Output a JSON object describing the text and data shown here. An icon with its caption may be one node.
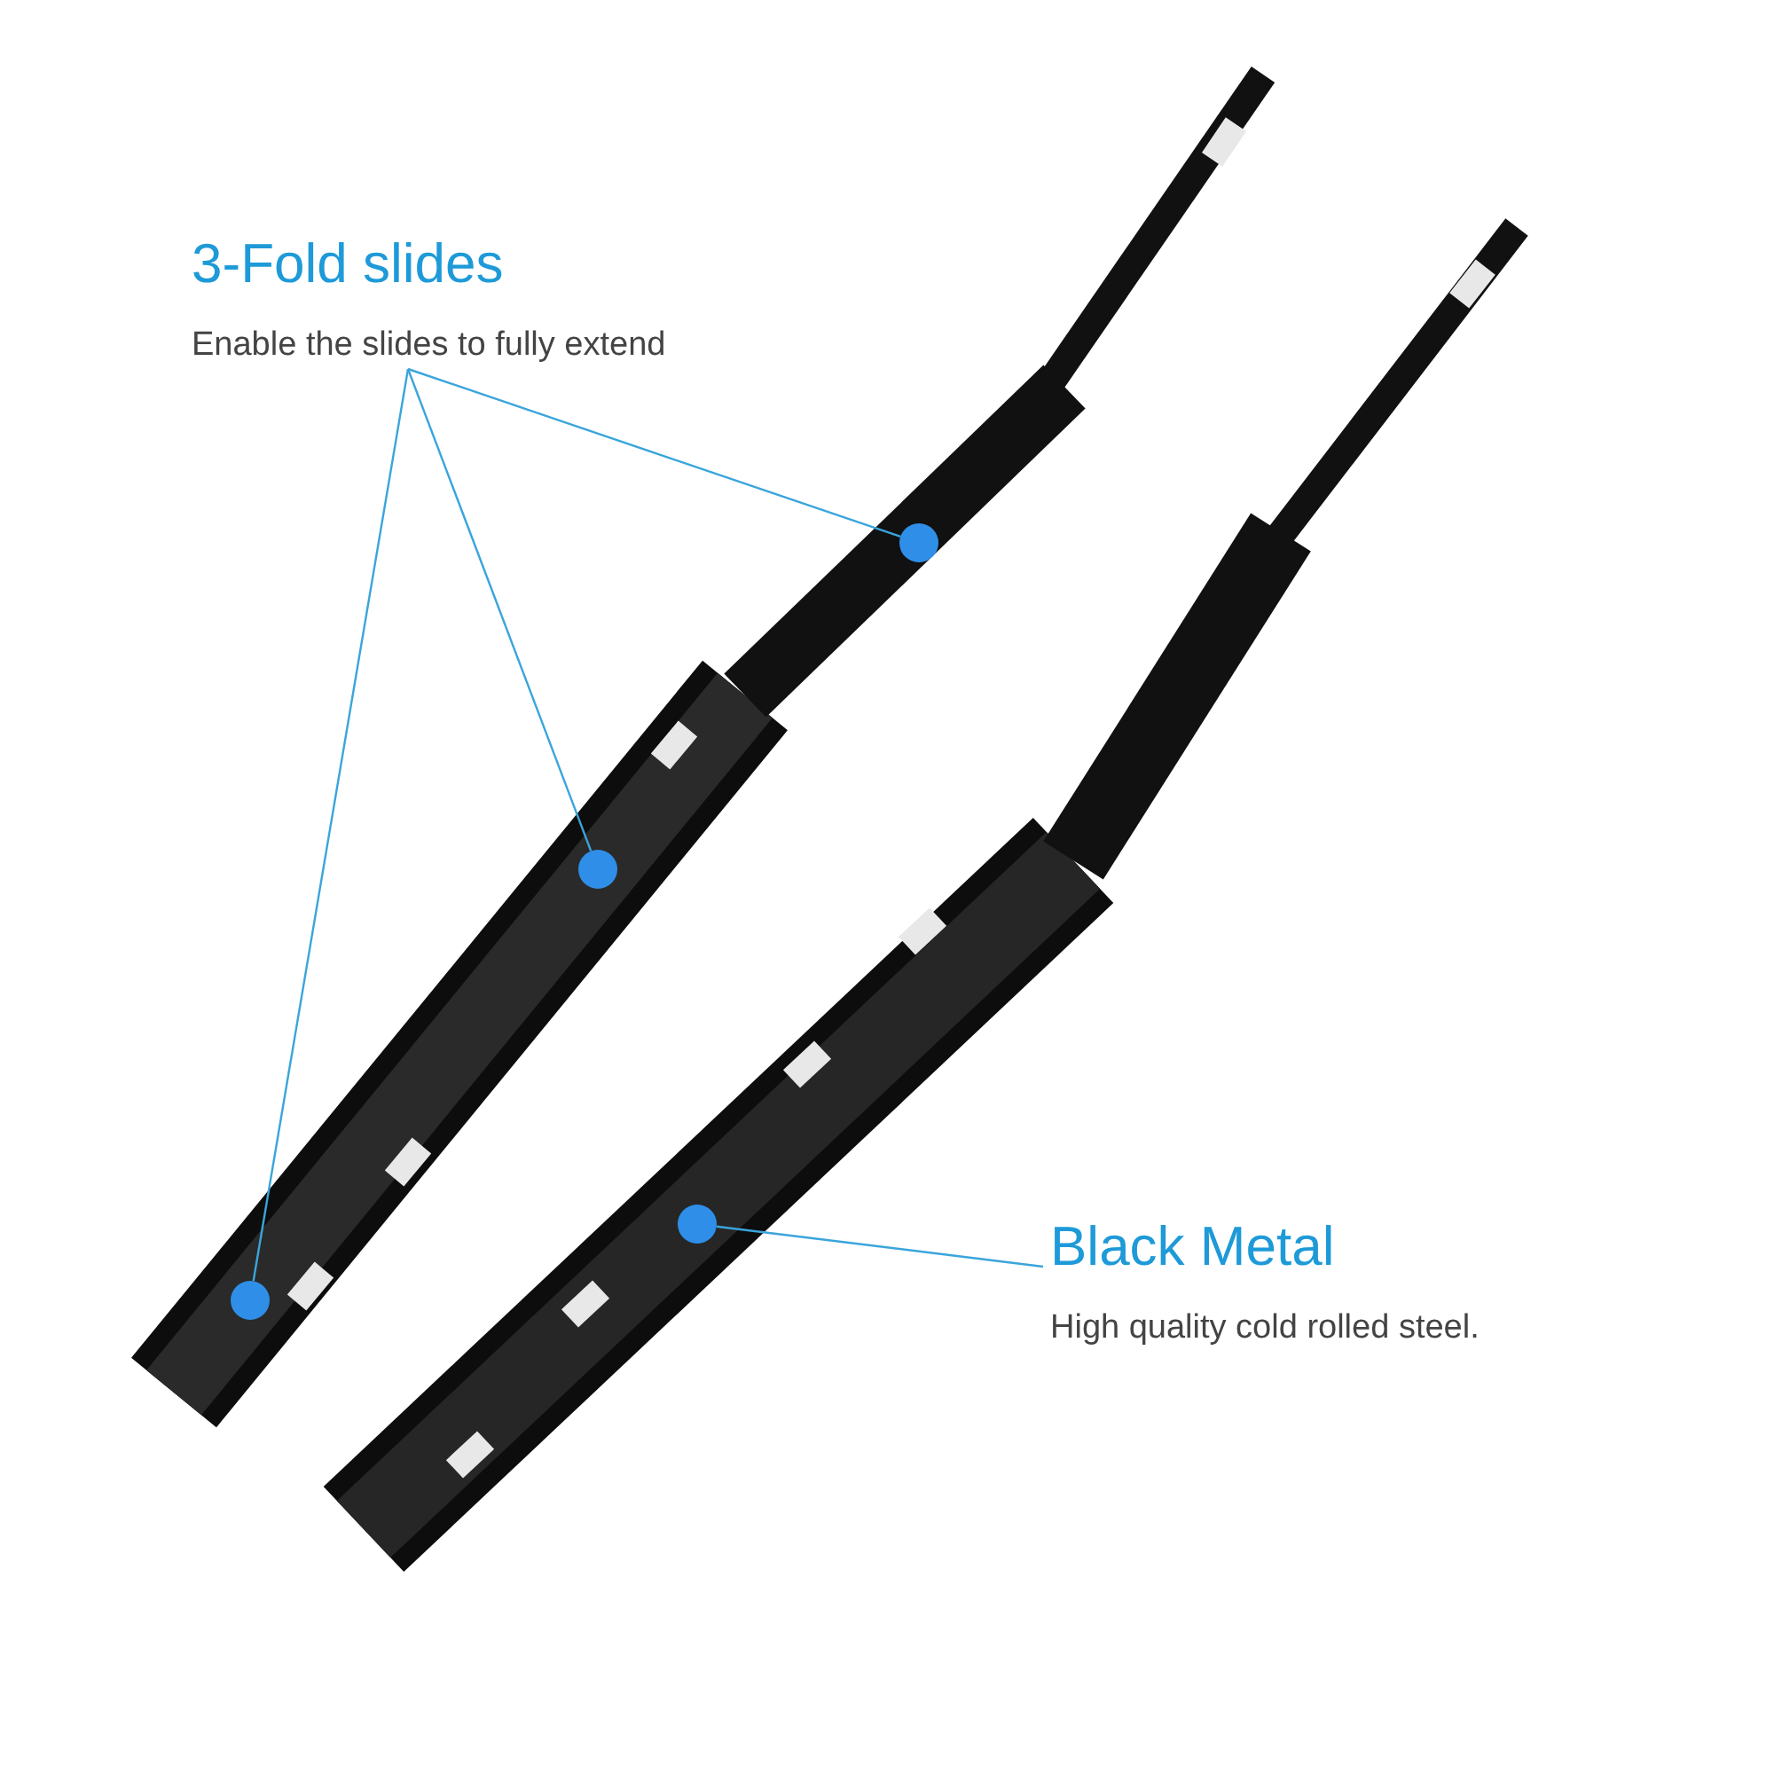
{
  "diagram": {
    "nodes": [
      {
        "text": [
          "3-Fold slides",
          "Enable the slides to fully extend"
        ]
      },
      {
        "text": [],
        "shape": "circle"
      },
      {
        "text": [],
        "shape": "circle"
      },
      {
        "text": [],
        "shape": "circle"
      },
      {
        "text": [
          "Black Metal",
          "High quality cold rolled steel."
        ]
      },
      {
        "text": [],
        "shape": "circle"
      }
    ],
    "edges": [
      {
        "from": 0,
        "to": 1,
        "arrow": "none"
      },
      {
        "from": 0,
        "to": 2,
        "arrow": "none"
      },
      {
        "from": 0,
        "to": 3,
        "arrow": "none"
      },
      {
        "from": 4,
        "to": 5,
        "arrow": "none"
      }
    ]
  }
}
